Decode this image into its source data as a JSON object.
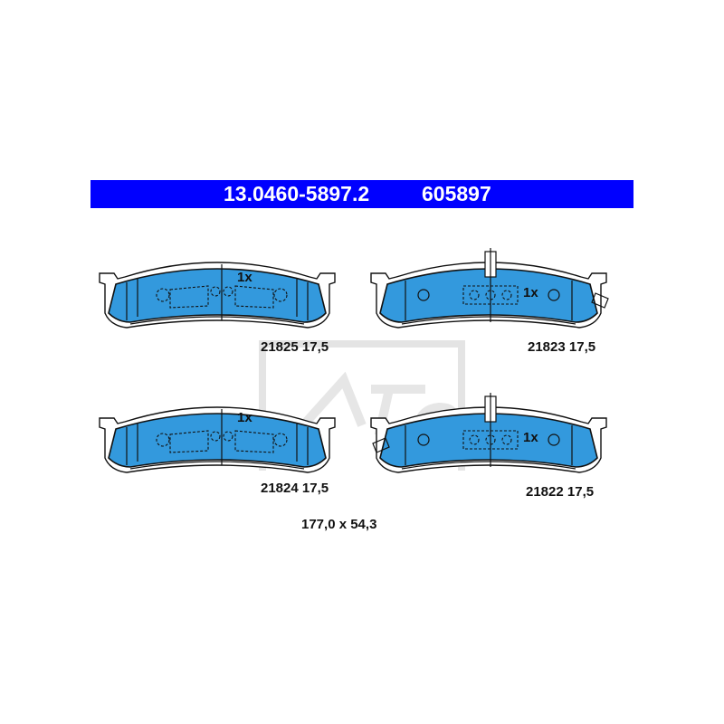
{
  "header": {
    "part_number": "13.0460-5897.2",
    "reference": "605897"
  },
  "colors": {
    "banner": "#0000ff",
    "pad_fill": "#3399dd",
    "outline": "#111111",
    "watermark": "#e6e6e6"
  },
  "pads": [
    {
      "code": "21825 17,5",
      "quantity": "1x"
    },
    {
      "code": "21823 17,5",
      "quantity": "1x"
    },
    {
      "code": "21824 17,5",
      "quantity": "1x"
    },
    {
      "code": "21822 17,5",
      "quantity": "1x"
    }
  ],
  "dimensions": "177,0 x 54,3",
  "watermark": {
    "icon": "ate-logo-icon"
  }
}
